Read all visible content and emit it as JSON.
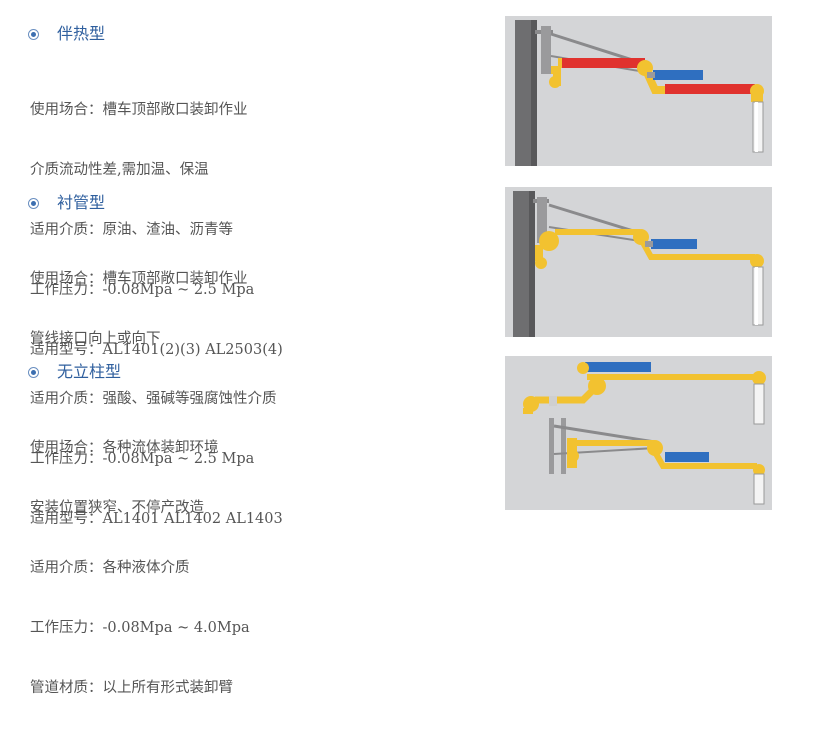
{
  "sections": [
    {
      "title": "伴热型",
      "lines": [
        "使用场合：槽车顶部敞口装卸作业",
        "介质流动性差,需加温、保温",
        "适用介质：原油、渣油、沥青等",
        "工作压力：-0.08Mpa ~ 2.5 Mpa",
        "适用型号：AL1401(2)(3) AL2503(4)"
      ]
    },
    {
      "title": "衬管型",
      "lines": [
        "使用场合：槽车顶部敞口装卸作业",
        "管线接口向上或向下",
        "适用介质：强酸、强碱等强腐蚀性介质",
        "工作压力：-0.08Mpa ~ 2.5 Mpa",
        "适用型号：AL1401 AL1402 AL1403"
      ]
    },
    {
      "title": "无立柱型",
      "lines": [
        "使用场合：各种流体装卸环境",
        "安装位置狭窄、不停产改造",
        "适用介质：各种液体介质",
        "工作压力：-0.08Mpa ~ 4.0Mpa",
        "管道材质：以上所有形式装卸臂"
      ]
    }
  ],
  "colors": {
    "heading": "#2f5f9e",
    "body_text": "#555555",
    "figure_bg": "#d4d5d7",
    "pipe_yellow": "#f2c230",
    "pipe_red": "#e0322e",
    "cylinder_blue": "#2f6fc0",
    "column_gray": "#6e6e70"
  },
  "icons": [
    "radio-bullet-icon"
  ]
}
